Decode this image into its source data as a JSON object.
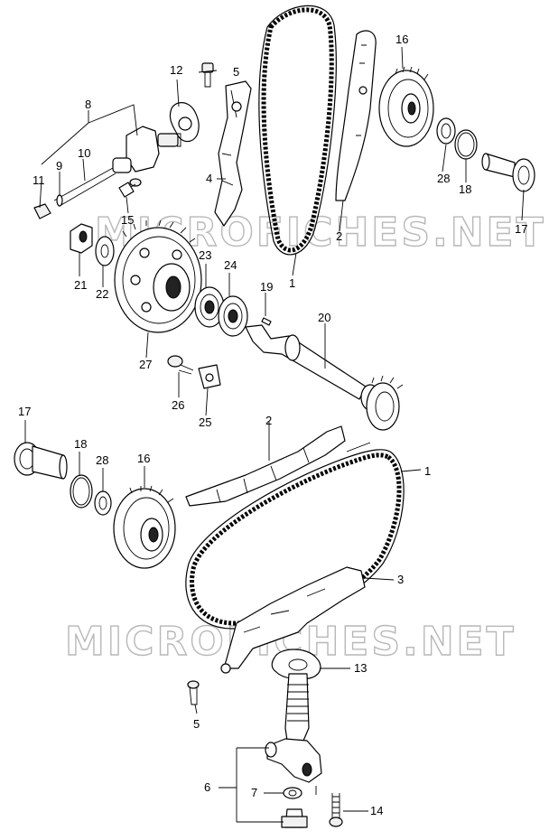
{
  "watermark": "MICROFICHES.NET",
  "labels": {
    "p1_top": "1",
    "p1_bot": "1",
    "p2_top": "2",
    "p2_bot": "2",
    "p3": "3",
    "p4": "4",
    "p5_top": "5",
    "p5_bot": "5",
    "p6": "6",
    "p7": "7",
    "p8": "8",
    "p9": "9",
    "p10": "10",
    "p11": "11",
    "p12": "12",
    "p13": "13",
    "p14": "14",
    "p15": "15",
    "p16_top": "16",
    "p16_bot": "16",
    "p17_top": "17",
    "p17_bot": "17",
    "p18_top": "18",
    "p18_bot": "18",
    "p19": "19",
    "p20": "20",
    "p21": "21",
    "p22": "22",
    "p23": "23",
    "p24": "24",
    "p25": "25",
    "p26": "26",
    "p27": "27",
    "p28_top": "28",
    "p28_bot": "28"
  }
}
